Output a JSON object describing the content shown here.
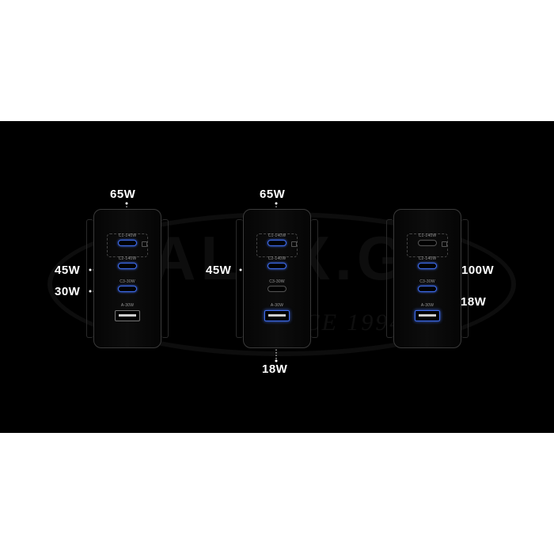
{
  "watermark": {
    "text_main": "MALEX.GH",
    "text_sub": "SINCE 1994"
  },
  "chargers": [
    {
      "ports": [
        {
          "label": "C1-140W",
          "type": "usb-c",
          "active": true
        },
        {
          "label": "C2-140W",
          "type": "usb-c",
          "active": true
        },
        {
          "label": "C3-30W",
          "type": "usb-c",
          "active": true
        },
        {
          "label": "A-30W",
          "type": "usb-a",
          "active": false
        }
      ],
      "outputs": [
        "65W",
        "45W",
        "30W"
      ]
    },
    {
      "ports": [
        {
          "label": "C1-140W",
          "type": "usb-c",
          "active": true
        },
        {
          "label": "C2-140W",
          "type": "usb-c",
          "active": true
        },
        {
          "label": "C3-30W",
          "type": "usb-c",
          "active": false
        },
        {
          "label": "A-30W",
          "type": "usb-a",
          "active": true
        }
      ],
      "outputs": [
        "65W",
        "45W",
        "18W"
      ]
    },
    {
      "ports": [
        {
          "label": "C1-140W",
          "type": "usb-c",
          "active": false
        },
        {
          "label": "C2-140W",
          "type": "usb-c",
          "active": true
        },
        {
          "label": "C3-30W",
          "type": "usb-c",
          "active": true
        },
        {
          "label": "A-30W",
          "type": "usb-a",
          "active": true
        }
      ],
      "outputs": [
        "100W",
        "18W"
      ]
    }
  ],
  "colors": {
    "background": "#000000",
    "active_port": "#3f6df0",
    "text": "#ffffff"
  }
}
